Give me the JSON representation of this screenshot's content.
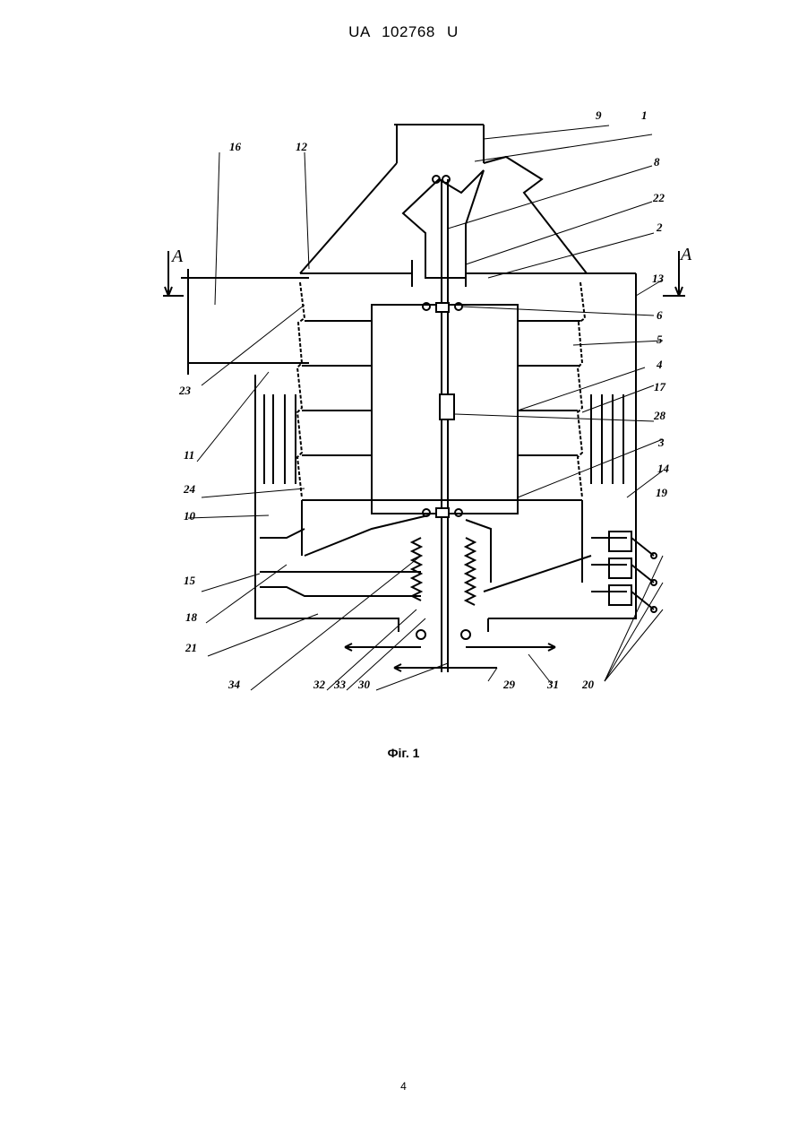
{
  "header": {
    "doc_number": "UA  102768  U"
  },
  "figure": {
    "caption": "Фіг. 1",
    "section_marker_left": "A",
    "section_marker_right": "A",
    "labels": [
      "9",
      "1",
      "16",
      "12",
      "8",
      "22",
      "2",
      "13",
      "6",
      "5",
      "23",
      "4",
      "17",
      "28",
      "11",
      "3",
      "14",
      "24",
      "19",
      "10",
      "15",
      "18",
      "21",
      "34",
      "32",
      "33",
      "30",
      "29",
      "31",
      "20"
    ]
  },
  "footer": {
    "page_number": "4"
  }
}
